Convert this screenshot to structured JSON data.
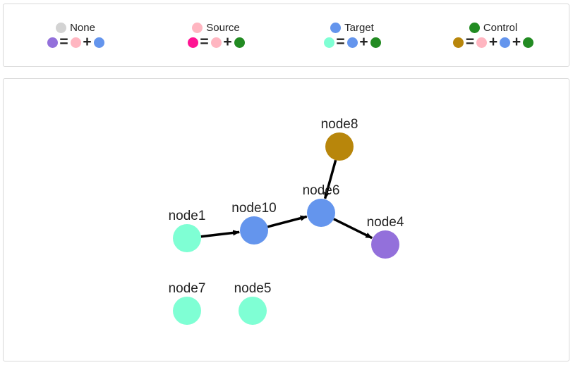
{
  "legend": {
    "groups": [
      {
        "title": "None",
        "title_color": "#d3d3d3",
        "formula": [
          {
            "kind": "dot",
            "color": "#9370db"
          },
          {
            "kind": "op",
            "symbol": "="
          },
          {
            "kind": "dot",
            "color": "#ffb6c1"
          },
          {
            "kind": "op",
            "symbol": "+"
          },
          {
            "kind": "dot",
            "color": "#6495ed"
          }
        ]
      },
      {
        "title": "Source",
        "title_color": "#ffb6c1",
        "formula": [
          {
            "kind": "dot",
            "color": "#ff1493"
          },
          {
            "kind": "op",
            "symbol": "="
          },
          {
            "kind": "dot",
            "color": "#ffb6c1"
          },
          {
            "kind": "op",
            "symbol": "+"
          },
          {
            "kind": "dot",
            "color": "#228b22"
          }
        ]
      },
      {
        "title": "Target",
        "title_color": "#6495ed",
        "formula": [
          {
            "kind": "dot",
            "color": "#7fffd4"
          },
          {
            "kind": "op",
            "symbol": "="
          },
          {
            "kind": "dot",
            "color": "#6495ed"
          },
          {
            "kind": "op",
            "symbol": "+"
          },
          {
            "kind": "dot",
            "color": "#228b22"
          }
        ]
      },
      {
        "title": "Control",
        "title_color": "#228b22",
        "formula": [
          {
            "kind": "dot",
            "color": "#b8860b"
          },
          {
            "kind": "op",
            "symbol": "="
          },
          {
            "kind": "dot",
            "color": "#ffb6c1"
          },
          {
            "kind": "op",
            "symbol": "+"
          },
          {
            "kind": "dot",
            "color": "#6495ed"
          },
          {
            "kind": "op",
            "symbol": "+"
          },
          {
            "kind": "dot",
            "color": "#228b22"
          }
        ]
      }
    ]
  },
  "graph": {
    "nodes": [
      {
        "id": "node1",
        "label": "node1",
        "color": "#7fffd4"
      },
      {
        "id": "node10",
        "label": "node10",
        "color": "#6495ed"
      },
      {
        "id": "node6",
        "label": "node6",
        "color": "#6495ed"
      },
      {
        "id": "node8",
        "label": "node8",
        "color": "#b8860b"
      },
      {
        "id": "node4",
        "label": "node4",
        "color": "#9370db"
      },
      {
        "id": "node7",
        "label": "node7",
        "color": "#7fffd4"
      },
      {
        "id": "node5",
        "label": "node5",
        "color": "#7fffd4"
      }
    ],
    "edges": [
      {
        "from": "node1",
        "to": "node10"
      },
      {
        "from": "node10",
        "to": "node6"
      },
      {
        "from": "node8",
        "to": "node6"
      },
      {
        "from": "node6",
        "to": "node4"
      }
    ]
  }
}
